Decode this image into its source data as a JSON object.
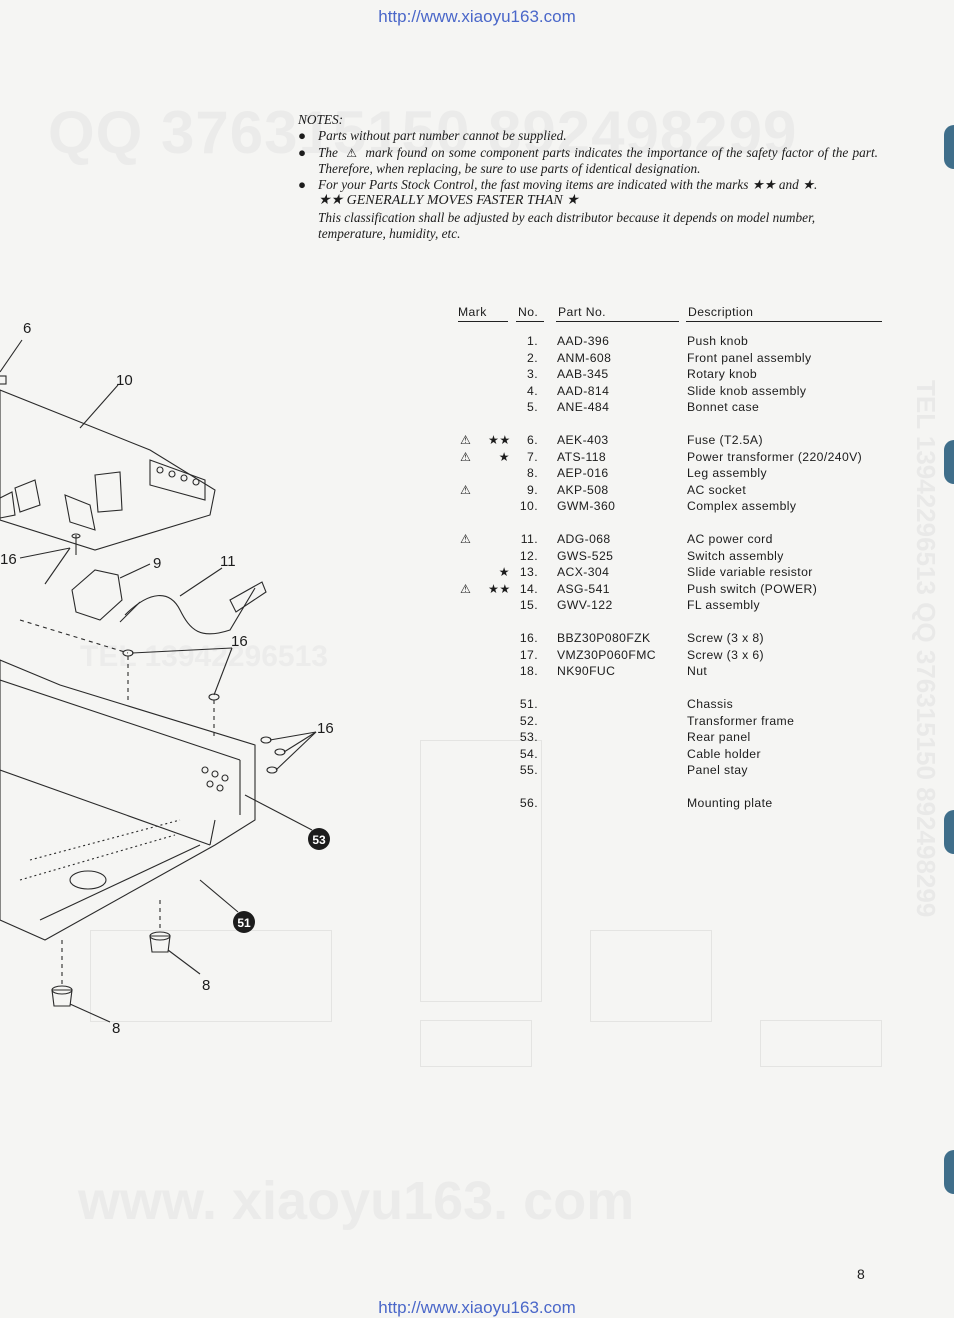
{
  "header_url": "http://www.xiaoyu163.com",
  "footer_url": "http://www.xiaoyu163.com",
  "watermarks": {
    "qq": "QQ 376315150  892498299",
    "www": "www. xiaoyu163. com",
    "tel": "TEL 13942296513",
    "vertical": "TEL 13942296513  QQ 376315150  892498299"
  },
  "notes": {
    "title": "NOTES:",
    "bullet_glyph": "●",
    "items": [
      "Parts without part number cannot be supplied.",
      "mark found on some component parts indicates the importance of the safety factor of the part. Therefore, when replacing, be sure to use parts of identical designation.",
      "For your Parts Stock Control, the fast moving items are indicated with the marks ★★ and ★."
    ],
    "item2_prefix": "The",
    "warn_glyph": "⚠",
    "speed_line": "★★ GENERALLY MOVES FASTER THAN ★",
    "classification": "This classification shall be adjusted by each distributor because it depends on model number, temperature, humidity, etc."
  },
  "parts_table": {
    "headers": {
      "mark": "Mark",
      "no": "No.",
      "part": "Part No.",
      "desc": "Description"
    },
    "rows": [
      {
        "warn": "",
        "star": "",
        "no": "1.",
        "part": "AAD-396",
        "desc": "Push knob"
      },
      {
        "warn": "",
        "star": "",
        "no": "2.",
        "part": "ANM-608",
        "desc": "Front panel assembly"
      },
      {
        "warn": "",
        "star": "",
        "no": "3.",
        "part": "AAB-345",
        "desc": "Rotary knob"
      },
      {
        "warn": "",
        "star": "",
        "no": "4.",
        "part": "AAD-814",
        "desc": "Slide knob assembly"
      },
      {
        "warn": "",
        "star": "",
        "no": "5.",
        "part": "ANE-484",
        "desc": "Bonnet case"
      },
      {
        "warn": "⚠",
        "star": "★★",
        "no": "6.",
        "part": "AEK-403",
        "desc": "Fuse (T2.5A)"
      },
      {
        "warn": "⚠",
        "star": "★",
        "no": "7.",
        "part": "ATS-118",
        "desc": "Power transformer (220/240V)"
      },
      {
        "warn": "",
        "star": "",
        "no": "8.",
        "part": "AEP-016",
        "desc": "Leg assembly"
      },
      {
        "warn": "⚠",
        "star": "",
        "no": "9.",
        "part": "AKP-508",
        "desc": "AC socket"
      },
      {
        "warn": "",
        "star": "",
        "no": "10.",
        "part": "GWM-360",
        "desc": "Complex assembly"
      },
      {
        "warn": "⚠",
        "star": "",
        "no": "11.",
        "part": "ADG-068",
        "desc": "AC power cord"
      },
      {
        "warn": "",
        "star": "",
        "no": "12.",
        "part": "GWS-525",
        "desc": "Switch assembly"
      },
      {
        "warn": "",
        "star": "★",
        "no": "13.",
        "part": "ACX-304",
        "desc": "Slide variable resistor"
      },
      {
        "warn": "⚠",
        "star": "★★",
        "no": "14.",
        "part": "ASG-541",
        "desc": "Push switch (POWER)"
      },
      {
        "warn": "",
        "star": "",
        "no": "15.",
        "part": "GWV-122",
        "desc": "FL assembly"
      },
      {
        "warn": "",
        "star": "",
        "no": "16.",
        "part": "BBZ30P080FZK",
        "desc": "Screw (3 x 8)"
      },
      {
        "warn": "",
        "star": "",
        "no": "17.",
        "part": "VMZ30P060FMC",
        "desc": "Screw (3 x 6)"
      },
      {
        "warn": "",
        "star": "",
        "no": "18.",
        "part": "NK90FUC",
        "desc": "Nut"
      },
      {
        "warn": "",
        "star": "",
        "no": "51.",
        "part": "",
        "desc": "Chassis"
      },
      {
        "warn": "",
        "star": "",
        "no": "52.",
        "part": "",
        "desc": "Transformer frame"
      },
      {
        "warn": "",
        "star": "",
        "no": "53.",
        "part": "",
        "desc": "Rear panel"
      },
      {
        "warn": "",
        "star": "",
        "no": "54.",
        "part": "",
        "desc": "Cable holder"
      },
      {
        "warn": "",
        "star": "",
        "no": "55.",
        "part": "",
        "desc": "Panel stay"
      },
      {
        "warn": "",
        "star": "",
        "no": "56.",
        "part": "",
        "desc": "Mounting plate"
      }
    ]
  },
  "diagram_labels": {
    "l6": "6",
    "l10": "10",
    "l16a": "16",
    "l9": "9",
    "l11": "11",
    "l16b": "16",
    "l16c": "16",
    "l53": "53",
    "l51": "51",
    "l8a": "8",
    "l8b": "8"
  },
  "page_number": "8"
}
